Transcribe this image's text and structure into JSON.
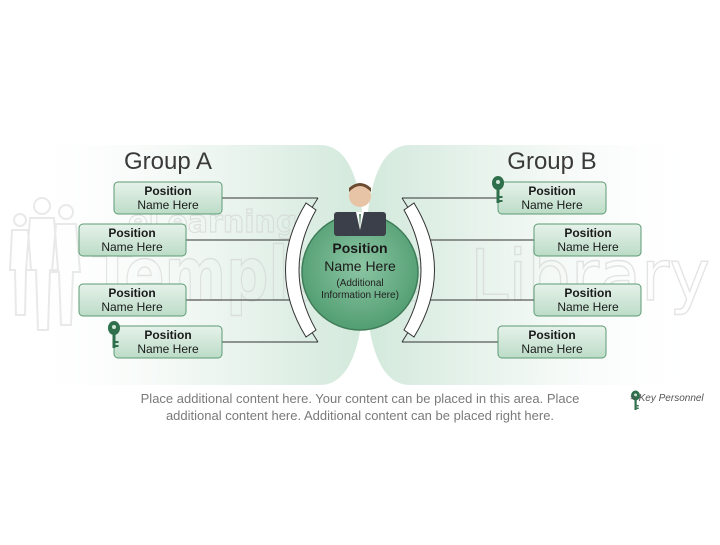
{
  "groups": {
    "a": {
      "title": "Group A",
      "boxes": [
        {
          "title": "Position",
          "name": "Name Here"
        },
        {
          "title": "Position",
          "name": "Name Here"
        },
        {
          "title": "Position",
          "name": "Name Here"
        },
        {
          "title": "Position",
          "name": "Name Here",
          "key": true
        }
      ]
    },
    "b": {
      "title": "Group B",
      "boxes": [
        {
          "title": "Position",
          "name": "Name Here",
          "key": true
        },
        {
          "title": "Position",
          "name": "Name Here"
        },
        {
          "title": "Position",
          "name": "Name Here"
        },
        {
          "title": "Position",
          "name": "Name Here"
        }
      ]
    }
  },
  "center": {
    "title": "Position",
    "name": "Name Here",
    "info_line1": "(Additional",
    "info_line2": "Information Here)"
  },
  "footer": {
    "line1": "Place additional content here. Your content can be placed in this area. Place",
    "line2": "additional content here. Additional content can be placed right here."
  },
  "legend": {
    "label": "= Key Personnel",
    "icon": "key-icon"
  },
  "watermark": {
    "line1": "eLearning",
    "line2": "Templates",
    "line3": "Library"
  },
  "colors": {
    "box_fill": "#cfe6d6",
    "box_stroke": "#5d9a74",
    "circle_fill": "#5aa37a",
    "key": "#2f6f4b"
  }
}
